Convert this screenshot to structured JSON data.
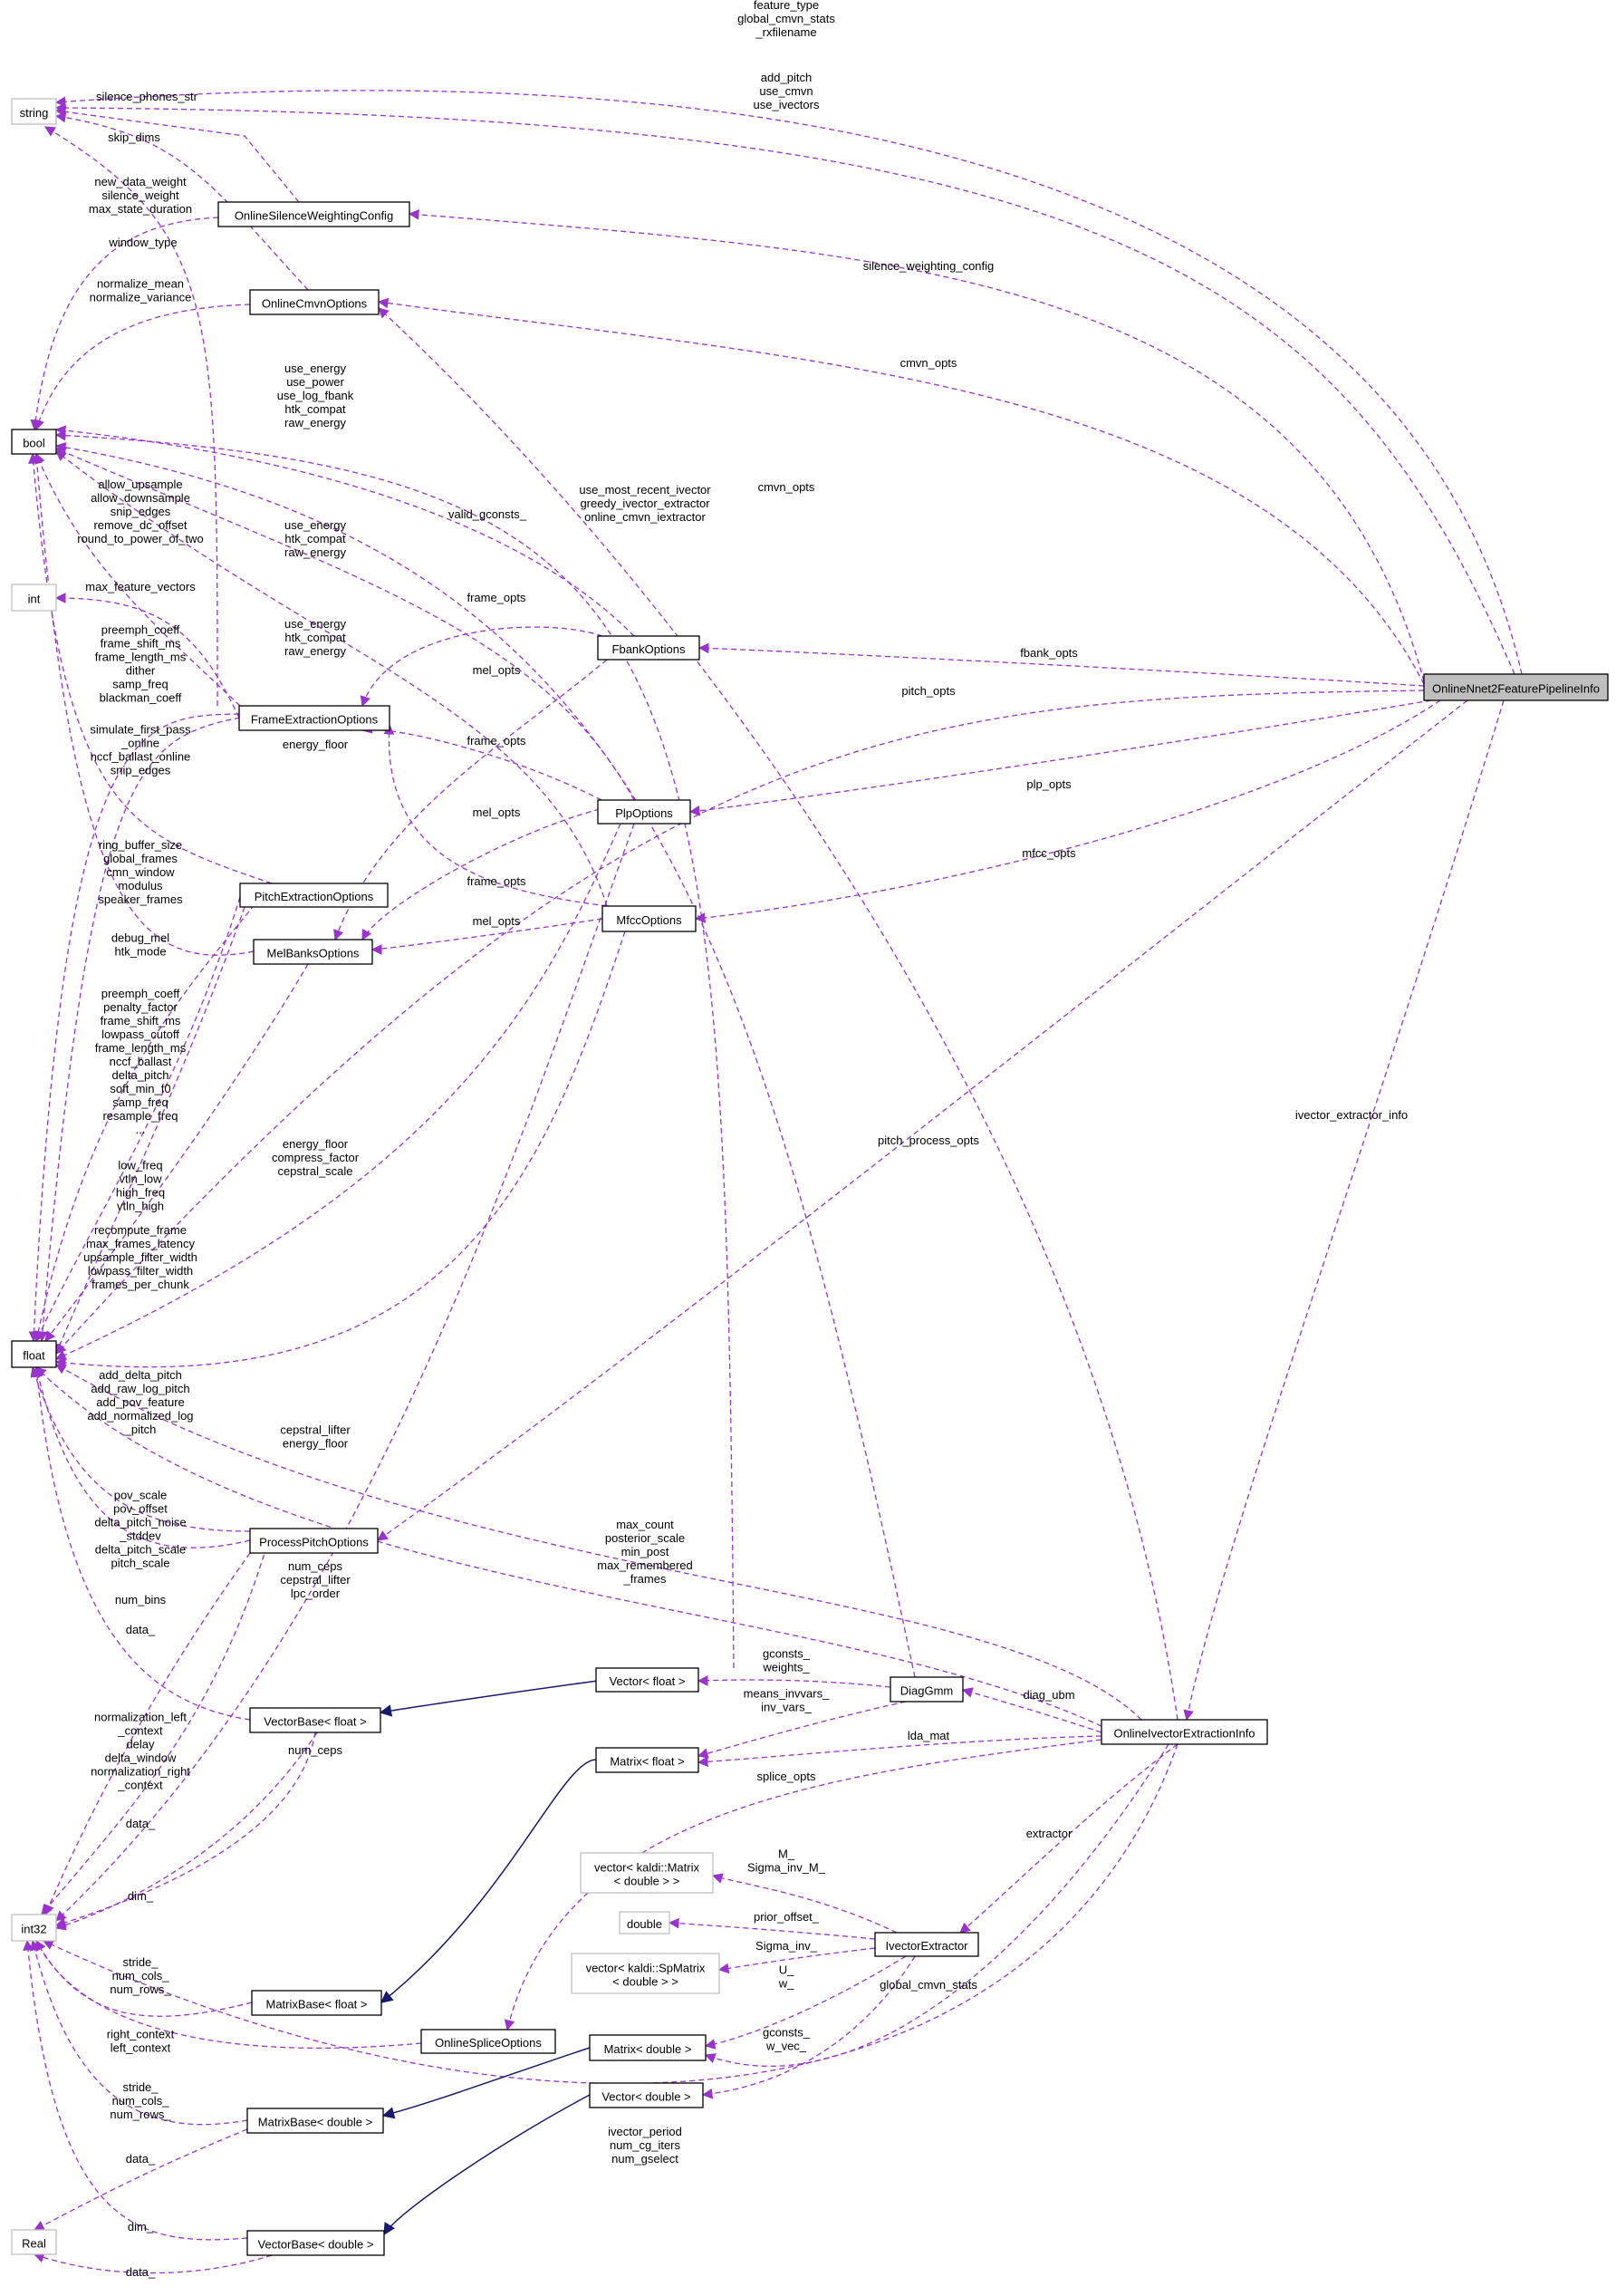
{
  "diagram": {
    "nodes": [
      {
        "id": "string",
        "label": "string",
        "kind": "builtin"
      },
      {
        "id": "bool",
        "label": "bool",
        "kind": "class"
      },
      {
        "id": "int",
        "label": "int",
        "kind": "builtin"
      },
      {
        "id": "float",
        "label": "float",
        "kind": "class"
      },
      {
        "id": "int32",
        "label": "int32",
        "kind": "builtin"
      },
      {
        "id": "Real",
        "label": "Real",
        "kind": "builtin"
      },
      {
        "id": "OnlineSilenceWeightingConfig",
        "label": "OnlineSilenceWeightingConfig",
        "kind": "class"
      },
      {
        "id": "OnlineCmvnOptions",
        "label": "OnlineCmvnOptions",
        "kind": "class"
      },
      {
        "id": "FbankOptions",
        "label": "FbankOptions",
        "kind": "class"
      },
      {
        "id": "FrameExtractionOptions",
        "label": "FrameExtractionOptions",
        "kind": "class"
      },
      {
        "id": "PlpOptions",
        "label": "PlpOptions",
        "kind": "class"
      },
      {
        "id": "PitchExtractionOptions",
        "label": "PitchExtractionOptions",
        "kind": "class"
      },
      {
        "id": "MfccOptions",
        "label": "MfccOptions",
        "kind": "class"
      },
      {
        "id": "MelBanksOptions",
        "label": "MelBanksOptions",
        "kind": "class"
      },
      {
        "id": "ProcessPitchOptions",
        "label": "ProcessPitchOptions",
        "kind": "class"
      },
      {
        "id": "VectorFloat",
        "label": "Vector< float >",
        "kind": "class"
      },
      {
        "id": "VectorBaseFloat",
        "label": "VectorBase< float >",
        "kind": "class"
      },
      {
        "id": "MatrixFloat",
        "label": "Matrix< float >",
        "kind": "class"
      },
      {
        "id": "DiagGmm",
        "label": "DiagGmm",
        "kind": "class"
      },
      {
        "id": "OnlineIvectorExtractionInfo",
        "label": "OnlineIvectorExtractionInfo",
        "kind": "class"
      },
      {
        "id": "VectorKaldiMatrix",
        "label": "vector< kaldi::Matrix\n< double > >",
        "kind": "builtin"
      },
      {
        "id": "double",
        "label": "double",
        "kind": "builtin"
      },
      {
        "id": "VectorKaldiSpMatrix",
        "label": "vector< kaldi::SpMatrix\n< double > >",
        "kind": "builtin"
      },
      {
        "id": "IvectorExtractor",
        "label": "IvectorExtractor",
        "kind": "class"
      },
      {
        "id": "MatrixBaseFloat",
        "label": "MatrixBase< float >",
        "kind": "class"
      },
      {
        "id": "OnlineSpliceOptions",
        "label": "OnlineSpliceOptions",
        "kind": "class"
      },
      {
        "id": "MatrixDouble",
        "label": "Matrix< double >",
        "kind": "class"
      },
      {
        "id": "VectorDouble",
        "label": "Vector< double >",
        "kind": "class"
      },
      {
        "id": "MatrixBaseDouble",
        "label": "MatrixBase< double >",
        "kind": "class"
      },
      {
        "id": "VectorBaseDouble",
        "label": "VectorBase< double >",
        "kind": "class"
      },
      {
        "id": "OnlineNnet2FeaturePipelineInfo",
        "label": "OnlineNnet2FeaturePipelineInfo",
        "kind": "focus"
      }
    ],
    "edges": [
      {
        "id": "e1",
        "kind": "use",
        "label": "feature_type\nglobal_cmvn_stats\n_rxfilename"
      },
      {
        "id": "e2",
        "kind": "use",
        "label": "add_pitch\nuse_cmvn\nuse_ivectors"
      },
      {
        "id": "e3",
        "kind": "use",
        "label": "silence_phones_str"
      },
      {
        "id": "e4",
        "kind": "use",
        "label": "skip_dims"
      },
      {
        "id": "e5",
        "kind": "use",
        "label": "new_data_weight\nsilence_weight\nmax_state_duration"
      },
      {
        "id": "e6",
        "kind": "use",
        "label": "window_type"
      },
      {
        "id": "e7",
        "kind": "use",
        "label": "normalize_mean\nnormalize_variance"
      },
      {
        "id": "e8",
        "kind": "use",
        "label": "use_energy\nuse_power\nuse_log_fbank\nhtk_compat\nraw_energy"
      },
      {
        "id": "e9",
        "kind": "use",
        "label": "valid_gconsts_"
      },
      {
        "id": "e10",
        "kind": "use",
        "label": "use_most_recent_ivector\ngreedy_ivector_extractor\nonline_cmvn_iextractor"
      },
      {
        "id": "e11",
        "kind": "use",
        "label": "allow_upsample\nallow_downsample\nsnip_edges\nremove_dc_offset\nround_to_power_of_two"
      },
      {
        "id": "e12",
        "kind": "use",
        "label": "use_energy\nhtk_compat\nraw_energy"
      },
      {
        "id": "e13",
        "kind": "use",
        "label": "max_feature_vectors"
      },
      {
        "id": "e14",
        "kind": "use",
        "label": "frame_opts"
      },
      {
        "id": "e15",
        "kind": "use",
        "label": "use_energy\nhtk_compat\nraw_energy"
      },
      {
        "id": "e16",
        "kind": "use",
        "label": "preemph_coeff\nframe_shift_ms\nframe_length_ms\ndither\nsamp_freq\nblackman_coeff"
      },
      {
        "id": "e17",
        "kind": "use",
        "label": "mel_opts"
      },
      {
        "id": "e18",
        "kind": "use",
        "label": "energy_floor"
      },
      {
        "id": "e19",
        "kind": "use",
        "label": "frame_opts"
      },
      {
        "id": "e20",
        "kind": "use",
        "label": "simulate_first_pass\n_online\nnccf_ballast_online\nsnip_edges"
      },
      {
        "id": "e21",
        "kind": "use",
        "label": "mel_opts"
      },
      {
        "id": "e22",
        "kind": "use",
        "label": "ring_buffer_size\nglobal_frames\ncmn_window\nmodulus\nspeaker_frames"
      },
      {
        "id": "e23",
        "kind": "use",
        "label": "frame_opts"
      },
      {
        "id": "e24",
        "kind": "use",
        "label": "mel_opts"
      },
      {
        "id": "e25",
        "kind": "use",
        "label": "debug_mel\nhtk_mode"
      },
      {
        "id": "e26",
        "kind": "use",
        "label": "preemph_coeff\npenalty_factor\nframe_shift_ms\nlowpass_cutoff\nframe_length_ms\nnccf_ballast\ndelta_pitch\nsoft_min_f0\nsamp_freq\nresample_freq\n..."
      },
      {
        "id": "e27",
        "kind": "use",
        "label": "energy_floor\ncompress_factor\ncepstral_scale"
      },
      {
        "id": "e28",
        "kind": "use",
        "label": "low_freq\nvtln_low\nhigh_freq\nvtln_high"
      },
      {
        "id": "e29",
        "kind": "use",
        "label": "recompute_frame\nmax_frames_latency\nupsample_filter_width\nlowpass_filter_width\nframes_per_chunk"
      },
      {
        "id": "e30",
        "kind": "use",
        "label": "add_delta_pitch\nadd_raw_log_pitch\nadd_pov_feature\nadd_normalized_log\n_pitch"
      },
      {
        "id": "e31",
        "kind": "use",
        "label": "cepstral_lifter\nenergy_floor"
      },
      {
        "id": "e32",
        "kind": "use",
        "label": "pov_scale\npov_offset\ndelta_pitch_noise\n_stddev\ndelta_pitch_scale\npitch_scale"
      },
      {
        "id": "e33",
        "kind": "use",
        "label": "max_count\nposterior_scale\nmin_post\nmax_remembered\n_frames"
      },
      {
        "id": "e34",
        "kind": "use",
        "label": "num_ceps\ncepstral_lifter\nlpc_order"
      },
      {
        "id": "e35",
        "kind": "use",
        "label": "num_bins"
      },
      {
        "id": "e36",
        "kind": "use",
        "label": "data_"
      },
      {
        "id": "e37",
        "kind": "use",
        "label": "gconsts_\nweights_"
      },
      {
        "id": "e38",
        "kind": "use",
        "label": "diag_ubm"
      },
      {
        "id": "e39",
        "kind": "use",
        "label": "means_invvars_\ninv_vars_"
      },
      {
        "id": "e40",
        "kind": "use",
        "label": "lda_mat"
      },
      {
        "id": "e41",
        "kind": "use",
        "label": "normalization_left\n_context\ndelay\ndelta_window\nnormalization_right\n_context"
      },
      {
        "id": "e42",
        "kind": "use",
        "label": "num_ceps"
      },
      {
        "id": "e43",
        "kind": "use",
        "label": "splice_opts"
      },
      {
        "id": "e44",
        "kind": "use",
        "label": "data_"
      },
      {
        "id": "e45",
        "kind": "use",
        "label": "extractor"
      },
      {
        "id": "e46",
        "kind": "use",
        "label": "M_\nSigma_inv_M_"
      },
      {
        "id": "e47",
        "kind": "use",
        "label": "dim_"
      },
      {
        "id": "e48",
        "kind": "use",
        "label": "prior_offset_"
      },
      {
        "id": "e49",
        "kind": "use",
        "label": "Sigma_inv_"
      },
      {
        "id": "e50",
        "kind": "use",
        "label": "stride_\nnum_cols_\nnum_rows_"
      },
      {
        "id": "e51",
        "kind": "use",
        "label": "U_\nw_"
      },
      {
        "id": "e52",
        "kind": "use",
        "label": "global_cmvn_stats"
      },
      {
        "id": "e53",
        "kind": "use",
        "label": "right_context\nleft_context"
      },
      {
        "id": "e54",
        "kind": "use",
        "label": "gconsts_\nw_vec_"
      },
      {
        "id": "e55",
        "kind": "use",
        "label": "stride_\nnum_cols_\nnum_rows_"
      },
      {
        "id": "e56",
        "kind": "use",
        "label": "ivector_period\nnum_cg_iters\nnum_gselect"
      },
      {
        "id": "e57",
        "kind": "use",
        "label": "data_"
      },
      {
        "id": "e58",
        "kind": "use",
        "label": "dim_"
      },
      {
        "id": "e59",
        "kind": "use",
        "label": "data_"
      },
      {
        "id": "e60",
        "kind": "use",
        "label": "silence_weighting_config"
      },
      {
        "id": "e61",
        "kind": "use",
        "label": "cmvn_opts"
      },
      {
        "id": "e62",
        "kind": "use",
        "label": "cmvn_opts"
      },
      {
        "id": "e63",
        "kind": "use",
        "label": "fbank_opts"
      },
      {
        "id": "e64",
        "kind": "use",
        "label": "pitch_opts"
      },
      {
        "id": "e65",
        "kind": "use",
        "label": "plp_opts"
      },
      {
        "id": "e66",
        "kind": "use",
        "label": "mfcc_opts"
      },
      {
        "id": "e67",
        "kind": "use",
        "label": "pitch_process_opts"
      },
      {
        "id": "e68",
        "kind": "use",
        "label": "ivector_extractor_info"
      },
      {
        "id": "i1",
        "kind": "inherit",
        "label": ""
      },
      {
        "id": "i2",
        "kind": "inherit",
        "label": ""
      },
      {
        "id": "i3",
        "kind": "inherit",
        "label": ""
      },
      {
        "id": "i4",
        "kind": "inherit",
        "label": ""
      }
    ]
  },
  "colors": {
    "usage_edge": "#9a32cd",
    "inheritance_edge": "#191970",
    "class_border": "#000000",
    "builtin_border": "#bfbfbf",
    "focus_fill": "#bfbfbf"
  }
}
